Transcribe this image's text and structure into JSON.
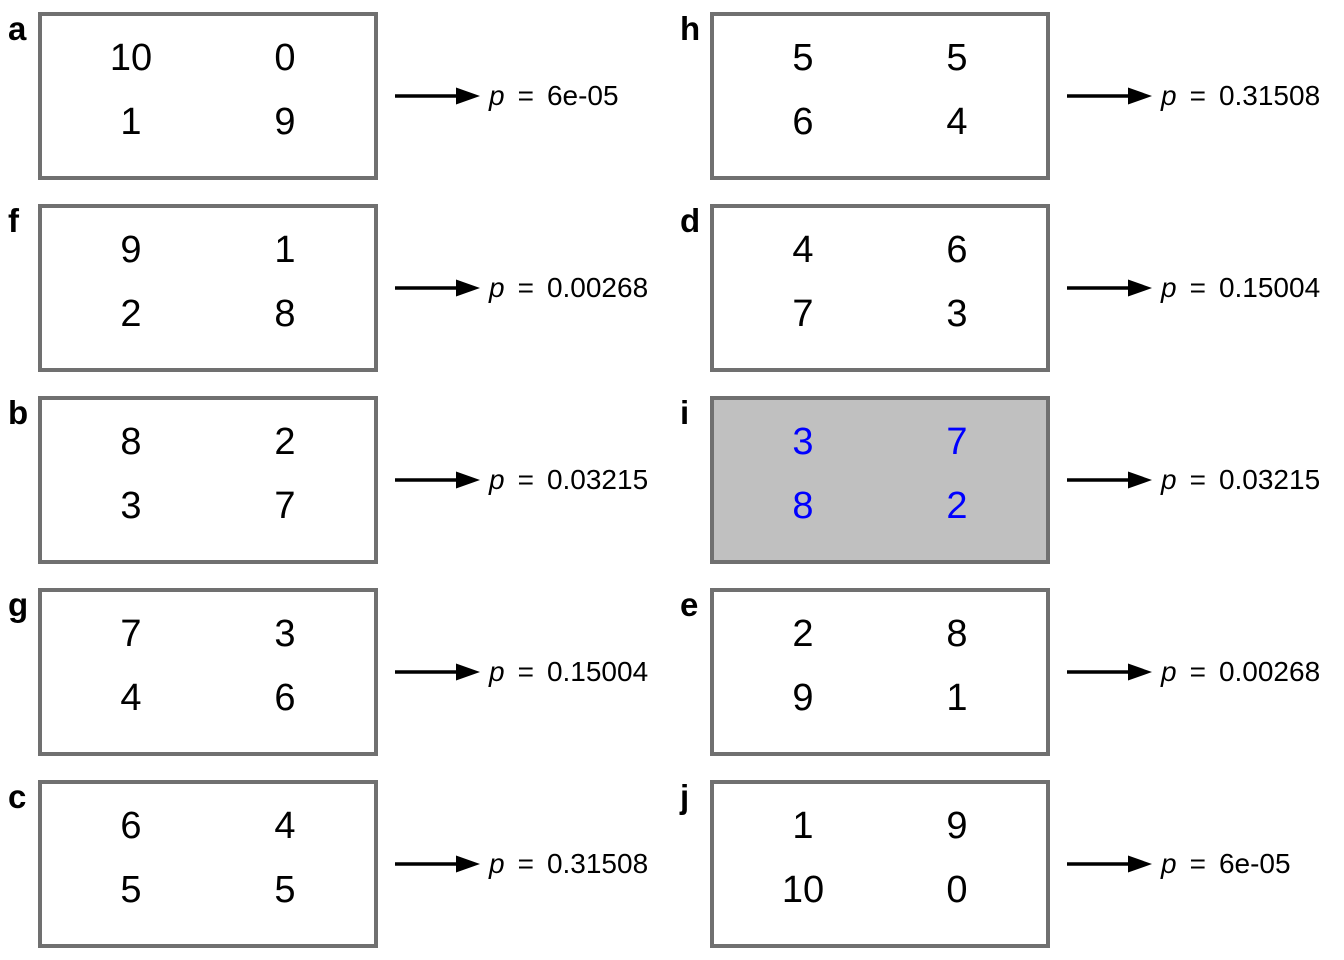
{
  "colors": {
    "box_border": "#707070",
    "highlight_fill": "#c0c0c0",
    "highlight_number_text": "#0000ff",
    "text": "#000000",
    "background": "#ffffff"
  },
  "panels": [
    {
      "label": "a",
      "cells": [
        "10",
        "0",
        "1",
        "9"
      ],
      "p_label": "p",
      "eq": "=",
      "p_value": "6e-05",
      "highlighted": false
    },
    {
      "label": "f",
      "cells": [
        "9",
        "1",
        "2",
        "8"
      ],
      "p_label": "p",
      "eq": "=",
      "p_value": "0.00268",
      "highlighted": false
    },
    {
      "label": "b",
      "cells": [
        "8",
        "2",
        "3",
        "7"
      ],
      "p_label": "p",
      "eq": "=",
      "p_value": "0.03215",
      "highlighted": false
    },
    {
      "label": "g",
      "cells": [
        "7",
        "3",
        "4",
        "6"
      ],
      "p_label": "p",
      "eq": "=",
      "p_value": "0.15004",
      "highlighted": false
    },
    {
      "label": "c",
      "cells": [
        "6",
        "4",
        "5",
        "5"
      ],
      "p_label": "p",
      "eq": "=",
      "p_value": "0.31508",
      "highlighted": false
    },
    {
      "label": "h",
      "cells": [
        "5",
        "5",
        "6",
        "4"
      ],
      "p_label": "p",
      "eq": "=",
      "p_value": "0.31508",
      "highlighted": false
    },
    {
      "label": "d",
      "cells": [
        "4",
        "6",
        "7",
        "3"
      ],
      "p_label": "p",
      "eq": "=",
      "p_value": "0.15004",
      "highlighted": false
    },
    {
      "label": "i",
      "cells": [
        "3",
        "7",
        "8",
        "2"
      ],
      "p_label": "p",
      "eq": "=",
      "p_value": "0.03215",
      "highlighted": true
    },
    {
      "label": "e",
      "cells": [
        "2",
        "8",
        "9",
        "1"
      ],
      "p_label": "p",
      "eq": "=",
      "p_value": "0.00268",
      "highlighted": false
    },
    {
      "label": "j",
      "cells": [
        "1",
        "9",
        "10",
        "0"
      ],
      "p_label": "p",
      "eq": "=",
      "p_value": "6e-05",
      "highlighted": false
    }
  ]
}
